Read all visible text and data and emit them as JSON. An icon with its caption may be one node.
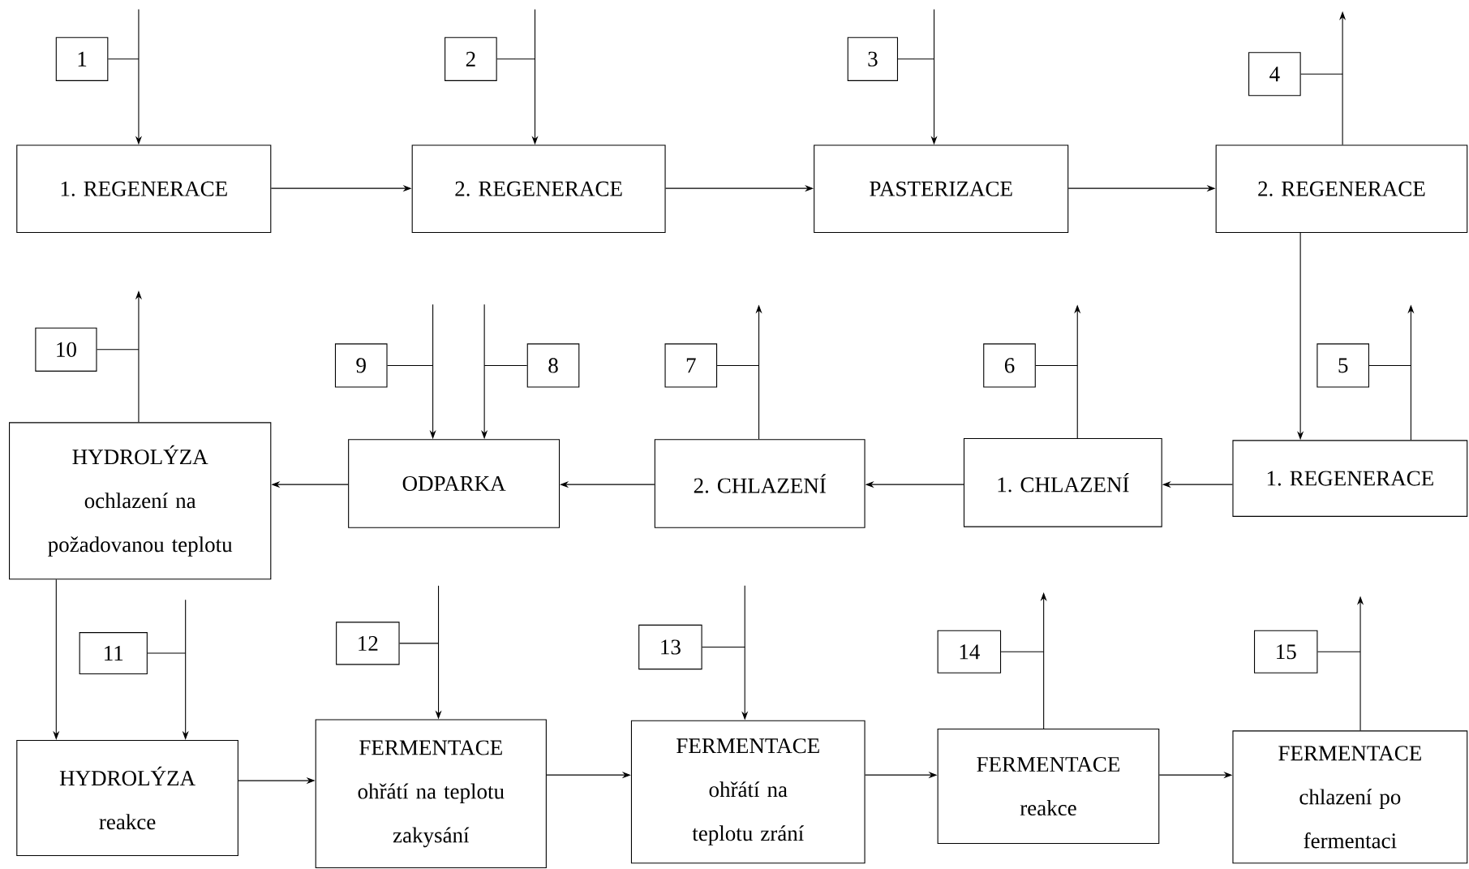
{
  "diagram": {
    "nodes": [
      {
        "text": [
          "1"
        ]
      },
      {
        "text": [
          "2"
        ]
      },
      {
        "text": [
          "3"
        ]
      },
      {
        "text": [
          "4"
        ]
      },
      {
        "text": [
          "1. REGENERACE"
        ]
      },
      {
        "text": [
          "2. REGENERACE"
        ]
      },
      {
        "text": [
          "PASTERIZACE"
        ]
      },
      {
        "text": [
          "2. REGENERACE"
        ]
      },
      {
        "text": [
          "10"
        ]
      },
      {
        "text": [
          "9"
        ]
      },
      {
        "text": [
          "8"
        ]
      },
      {
        "text": [
          "7"
        ]
      },
      {
        "text": [
          "6"
        ]
      },
      {
        "text": [
          "5"
        ]
      },
      {
        "text": [
          "HYDROLÝZA",
          "ochlazení na požadovanou teplotu"
        ]
      },
      {
        "text": [
          "ODPARKA"
        ]
      },
      {
        "text": [
          "2. CHLAZENÍ"
        ]
      },
      {
        "text": [
          "1. CHLAZENÍ"
        ]
      },
      {
        "text": [
          "1. REGENERACE"
        ]
      },
      {
        "text": [
          "11"
        ]
      },
      {
        "text": [
          "12"
        ]
      },
      {
        "text": [
          "13"
        ]
      },
      {
        "text": [
          "14"
        ]
      },
      {
        "text": [
          "15"
        ]
      },
      {
        "text": [
          "HYDROLÝZA",
          "reakce"
        ]
      },
      {
        "text": [
          "FERMENTACE",
          "ohřátí na teplotu zakysání"
        ]
      },
      {
        "text": [
          "FERMENTACE",
          "ohřátí na teplotu zrání"
        ]
      },
      {
        "text": [
          "FERMENTACE",
          "reakce"
        ]
      },
      {
        "text": [
          "FERMENTACE",
          "chlazení po fermentaci"
        ]
      }
    ],
    "edges": [
      {
        "from": 4,
        "to": 5,
        "arrow": "to"
      },
      {
        "from": 5,
        "to": 6,
        "arrow": "to"
      },
      {
        "from": 6,
        "to": 7,
        "arrow": "to"
      },
      {
        "from": 7,
        "to": 18,
        "arrow": "to"
      },
      {
        "from": 18,
        "to": 17,
        "arrow": "to"
      },
      {
        "from": 17,
        "to": 16,
        "arrow": "to"
      },
      {
        "from": 16,
        "to": 15,
        "arrow": "to"
      },
      {
        "from": 15,
        "to": 14,
        "arrow": "to"
      },
      {
        "from": 14,
        "to": 24,
        "arrow": "to"
      },
      {
        "from": 24,
        "to": 25,
        "arrow": "to"
      },
      {
        "from": 25,
        "to": 26,
        "arrow": "to"
      },
      {
        "from": 26,
        "to": 27,
        "arrow": "to"
      },
      {
        "from": 27,
        "to": 28,
        "arrow": "to"
      },
      {
        "from": null,
        "to": 4,
        "arrow": "to"
      },
      {
        "from": null,
        "to": 5,
        "arrow": "to"
      },
      {
        "from": null,
        "to": 6,
        "arrow": "to"
      },
      {
        "from": 7,
        "to": null,
        "arrow": "to"
      },
      {
        "from": 18,
        "to": null,
        "arrow": "to"
      },
      {
        "from": 17,
        "to": null,
        "arrow": "to"
      },
      {
        "from": 16,
        "to": null,
        "arrow": "to"
      },
      {
        "from": null,
        "to": 15,
        "arrow": "to"
      },
      {
        "from": null,
        "to": 15,
        "arrow": "to"
      },
      {
        "from": 14,
        "to": null,
        "arrow": "to"
      },
      {
        "from": null,
        "to": 24,
        "arrow": "to"
      },
      {
        "from": null,
        "to": 25,
        "arrow": "to"
      },
      {
        "from": null,
        "to": 26,
        "arrow": "to"
      },
      {
        "from": 27,
        "to": null,
        "arrow": "to"
      },
      {
        "from": 28,
        "to": null,
        "arrow": "to"
      },
      {
        "from": 0,
        "to": null,
        "arrow": "none"
      },
      {
        "from": 1,
        "to": null,
        "arrow": "none"
      },
      {
        "from": 2,
        "to": null,
        "arrow": "none"
      },
      {
        "from": 3,
        "to": null,
        "arrow": "none"
      },
      {
        "from": 8,
        "to": null,
        "arrow": "none"
      },
      {
        "from": 9,
        "to": null,
        "arrow": "none"
      },
      {
        "from": 10,
        "to": null,
        "arrow": "none"
      },
      {
        "from": 11,
        "to": null,
        "arrow": "none"
      },
      {
        "from": 12,
        "to": null,
        "arrow": "none"
      },
      {
        "from": 13,
        "to": null,
        "arrow": "none"
      },
      {
        "from": 19,
        "to": null,
        "arrow": "none"
      },
      {
        "from": 20,
        "to": null,
        "arrow": "none"
      },
      {
        "from": 21,
        "to": null,
        "arrow": "none"
      },
      {
        "from": 22,
        "to": null,
        "arrow": "none"
      },
      {
        "from": 23,
        "to": null,
        "arrow": "none"
      }
    ]
  }
}
